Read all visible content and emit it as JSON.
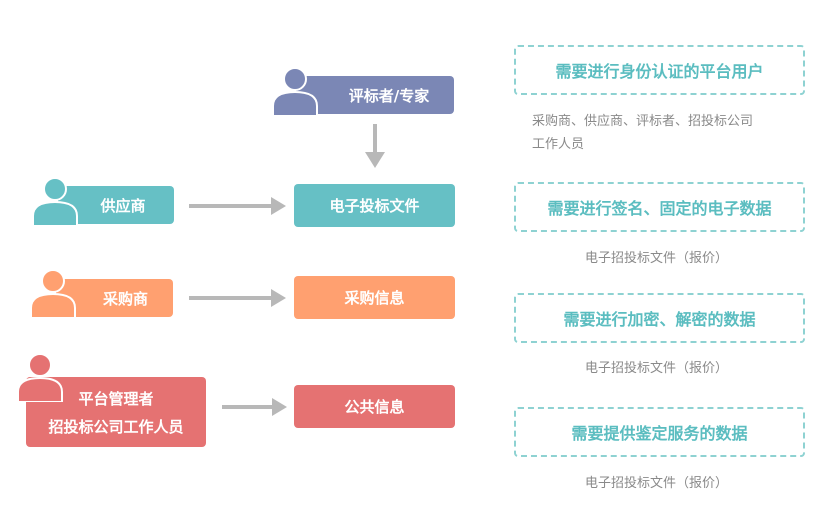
{
  "colors": {
    "teal": "#66c0c5",
    "orange": "#ffa070",
    "red": "#e57272",
    "purple": "#7b87b5",
    "dashed_border": "#8ed2d2",
    "dashed_text": "#5bbdc0",
    "arrow": "#b8b8b8",
    "note_text": "#8a8a8a"
  },
  "actors": {
    "evaluator": {
      "label": "评标者/专家",
      "icon": "person-icon",
      "color": "purple"
    },
    "supplier": {
      "label": "供应商",
      "icon": "person-icon",
      "color": "teal"
    },
    "purchaser": {
      "label": "采购商",
      "icon": "person-icon",
      "color": "orange"
    },
    "admin": {
      "line1": "平台管理者",
      "line2": "招投标公司工作人员",
      "icon": "person-icon",
      "color": "red"
    }
  },
  "targets": {
    "bid_file": "电子投标文件",
    "purchase_info": "采购信息",
    "public_info": "公共信息"
  },
  "requirements": [
    {
      "title": "需要进行身份认证的平台用户",
      "note_line1": "采购商、供应商、评标者、招投标公司",
      "note_line2": "工作人员"
    },
    {
      "title": "需要进行签名、固定的电子数据",
      "note_line1": "电子招投标文件（报价）",
      "note_line2": ""
    },
    {
      "title": "需要进行加密、解密的数据",
      "note_line1": "电子招投标文件（报价）",
      "note_line2": ""
    },
    {
      "title": "需要提供鉴定服务的数据",
      "note_line1": "电子招投标文件（报价）",
      "note_line2": ""
    }
  ]
}
